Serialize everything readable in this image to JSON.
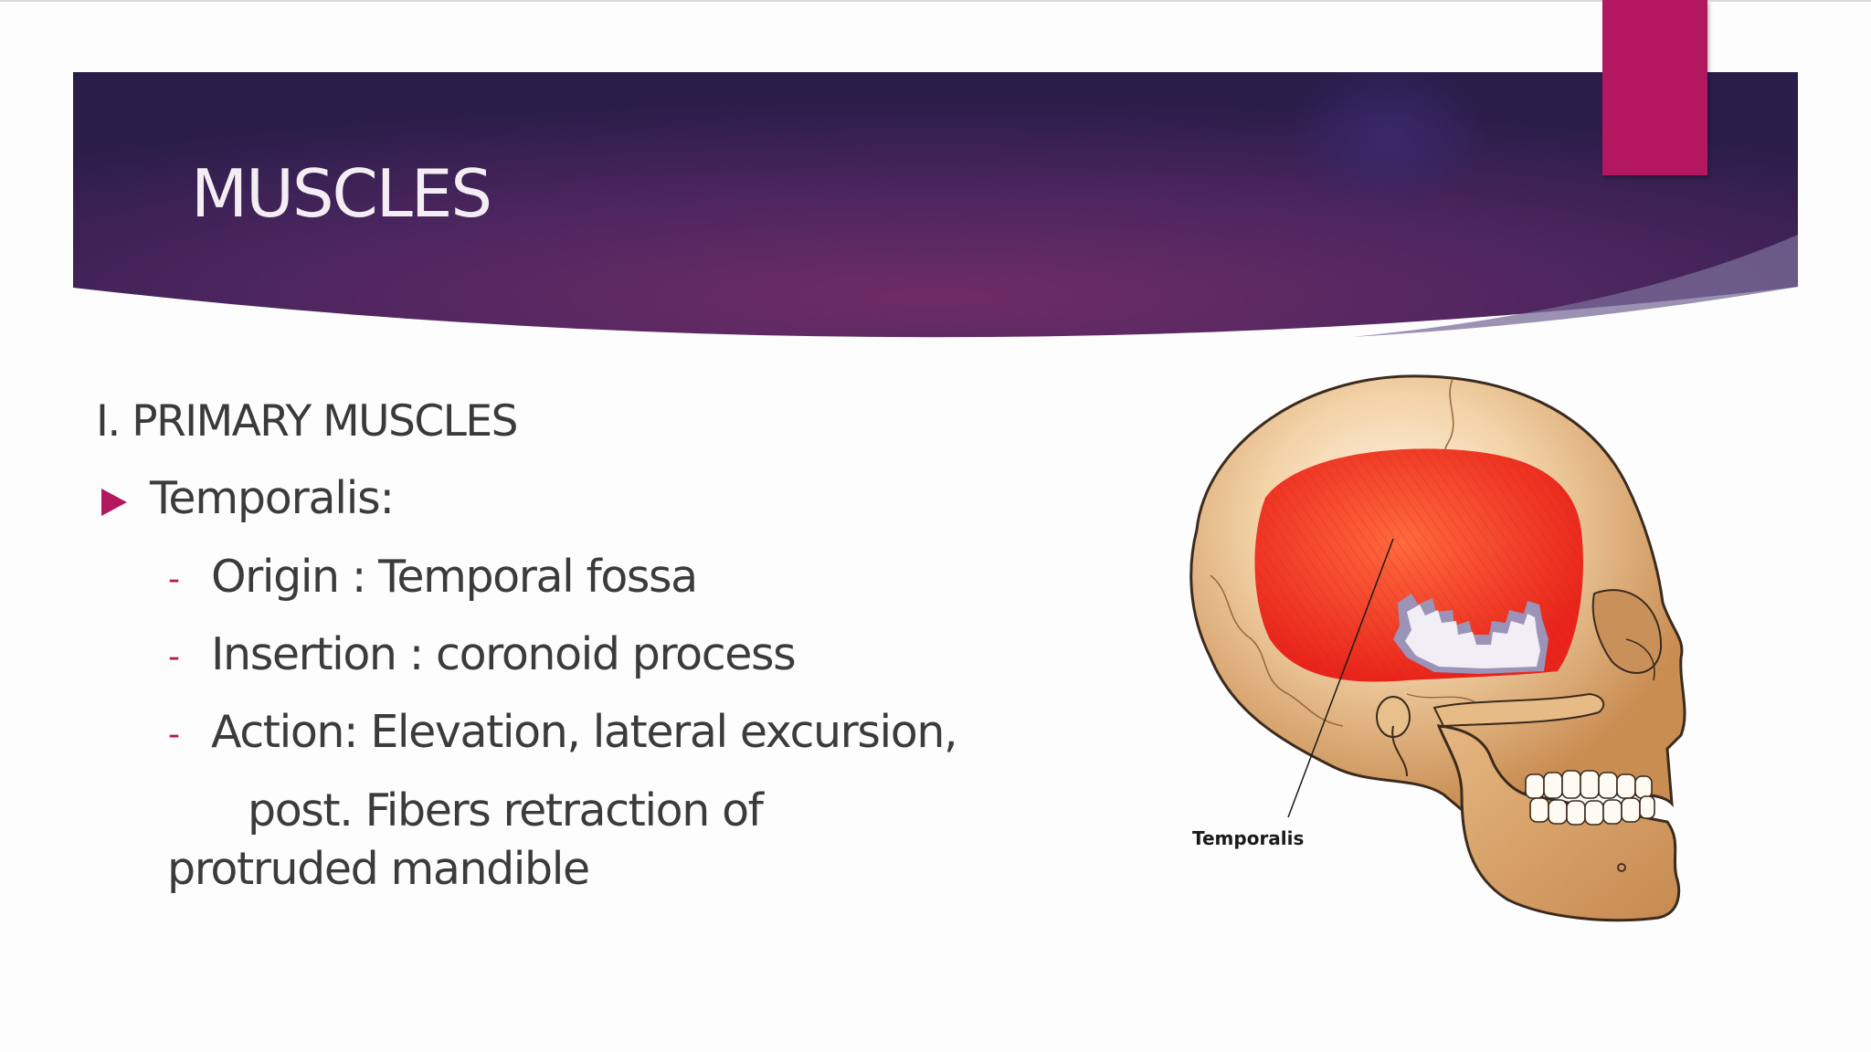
{
  "slide": {
    "title": "MUSCLES",
    "heading": "I. PRIMARY MUSCLES",
    "bullet": "Temporalis:",
    "sub_dash": "-",
    "sub_items": [
      "Origin : Temporal fossa",
      "Insertion : coronoid process",
      "Action: Elevation, lateral excursion,"
    ],
    "continuation_line_1": "post. Fibers retraction of",
    "continuation_line_2": "protruded mandible"
  },
  "illustration": {
    "label": "Temporalis"
  },
  "colors": {
    "banner_dark": "#2b1d4a",
    "banner_mid": "#5e2a62",
    "accent": "#b3175f",
    "muscle_red": "#f03a22",
    "bone": "#d9a46a"
  },
  "icons": {
    "bullet": "triangle-bullet-icon"
  }
}
